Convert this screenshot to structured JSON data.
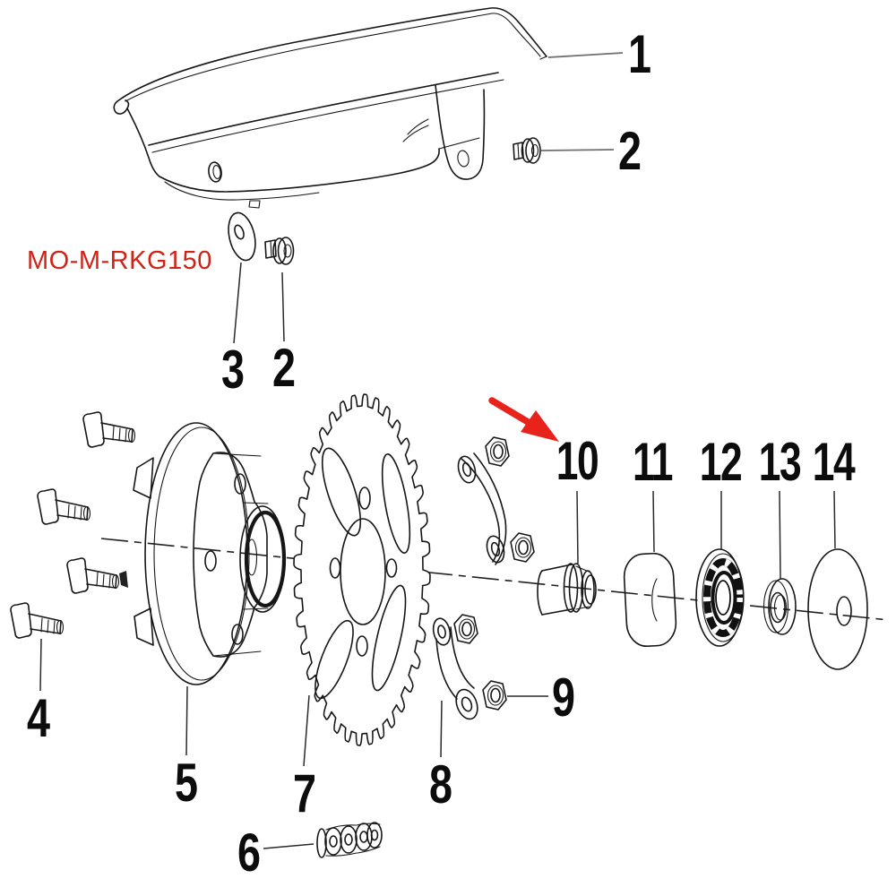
{
  "part_code": "MO-M-RKG150",
  "colors": {
    "code_red": "#cf2318",
    "arrow_red": "#e8231c",
    "line_black": "#161616"
  },
  "callouts": {
    "chain_guard": "1",
    "flange_bolt_top": "2",
    "washer": "3",
    "flange_bolt_mid": "2",
    "hub_bolt": "4",
    "hub": "5",
    "chain_link": "6",
    "sprocket": "7",
    "retainer_plate": "8",
    "hex_nut": "9",
    "spacer_collar": "10",
    "spacer_disc": "11",
    "bearing": "12",
    "bushing": "13",
    "shim_disc": "14"
  }
}
